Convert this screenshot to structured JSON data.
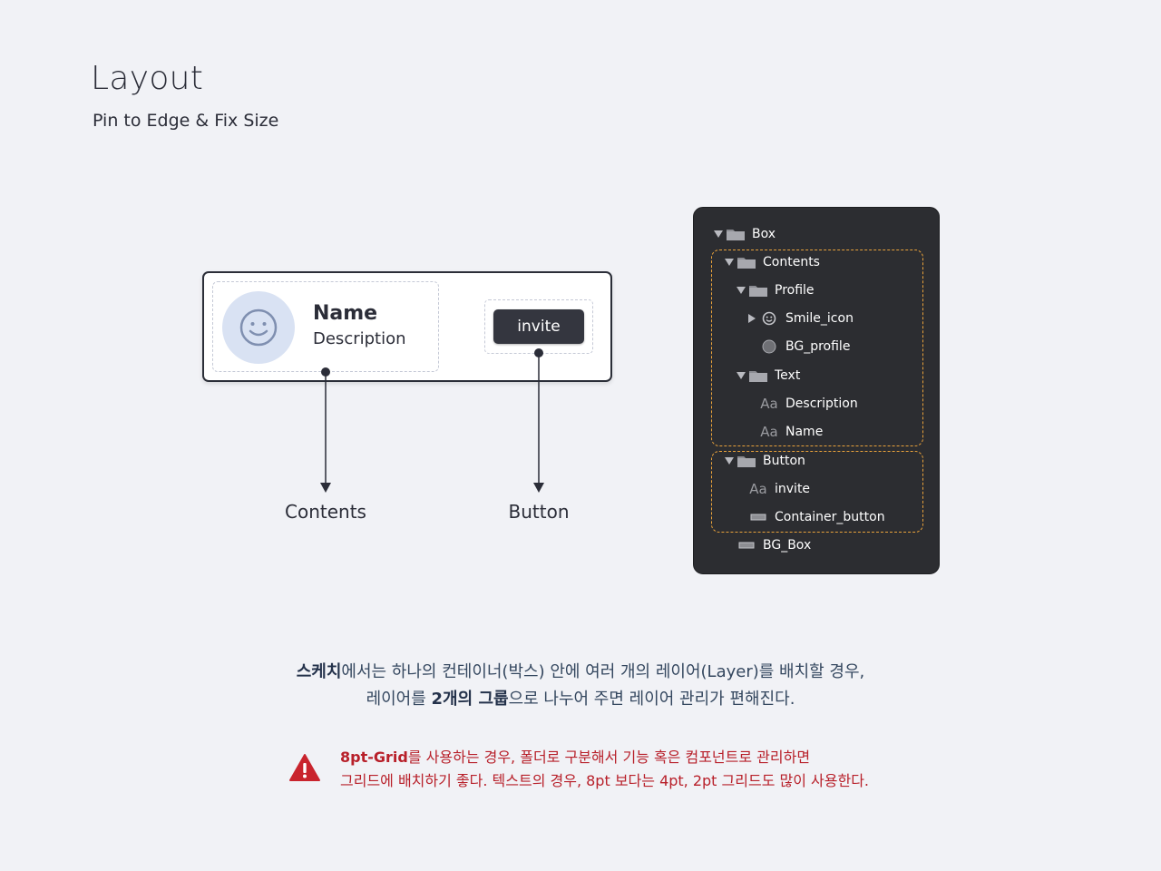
{
  "header": {
    "title": "Layout",
    "subtitle": "Pin to Edge & Fix Size"
  },
  "card": {
    "name": "Name",
    "description": "Description",
    "button_label": "invite"
  },
  "callouts": {
    "contents": "Contents",
    "button": "Button"
  },
  "layers": [
    {
      "label": "Box",
      "icon": "folder-icon",
      "expanded": true
    },
    {
      "label": "Contents",
      "icon": "folder-icon",
      "expanded": true
    },
    {
      "label": "Profile",
      "icon": "folder-icon",
      "expanded": true
    },
    {
      "label": "Smile_icon",
      "icon": "smile-icon",
      "expanded": false
    },
    {
      "label": "BG_profile",
      "icon": "circle-icon"
    },
    {
      "label": "Text",
      "icon": "folder-icon",
      "expanded": true
    },
    {
      "label": "Description",
      "icon": "text-icon",
      "icon_text": "Aa"
    },
    {
      "label": "Name",
      "icon": "text-icon",
      "icon_text": "Aa"
    },
    {
      "label": "Button",
      "icon": "folder-icon",
      "expanded": true
    },
    {
      "label": "invite",
      "icon": "text-icon",
      "icon_text": "Aa"
    },
    {
      "label": "Container_button",
      "icon": "rectangle-icon"
    },
    {
      "label": "BG_Box",
      "icon": "rectangle-icon"
    }
  ],
  "description": {
    "line1_strong": "스케치",
    "line1_rest": "에서는 하나의 컨테이너(박스) 안에 여러 개의 레이어(Layer)를 배치할 경우,",
    "line2_start": "레이어를 ",
    "line2_strong": "2개의 그룹",
    "line2_end": "으로 나누어 주면 레이어 관리가 편해진다."
  },
  "warning": {
    "strong": "8pt-Grid",
    "line1_rest": "를 사용하는 경우, 폴더로 구분해서 기능 혹은 컴포넌트로 관리하면",
    "line2": "그리드에 배치하기 좋다. 텍스트의 경우, 8pt 보다는 4pt, 2pt 그리드도 많이 사용한다."
  },
  "colors": {
    "background": "#f1f2f6",
    "panel": "#2c2d31",
    "group_outline": "#e9a23b",
    "warning": "#b8202a",
    "button": "#34363f",
    "avatar": "#d9e2f3"
  }
}
